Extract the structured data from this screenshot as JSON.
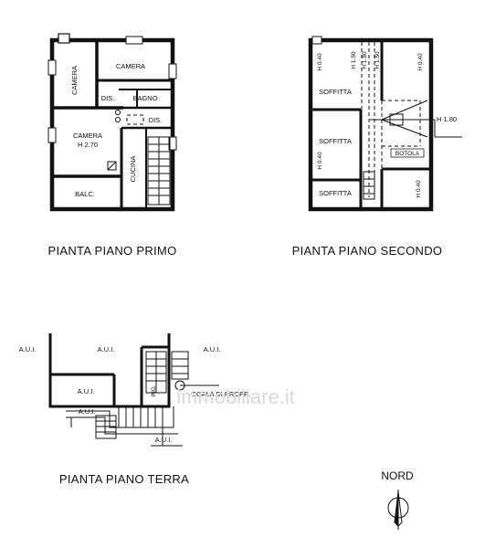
{
  "titles": {
    "first_floor": "PIANTA PIANO PRIMO",
    "second_floor": "PIANTA PIANO SECONDO",
    "ground_floor": "PIANTA PIANO TERRA",
    "north": "NORD"
  },
  "first_floor": {
    "rooms": {
      "camera_left": "CAMERA",
      "camera_top": "CAMERA",
      "dis_upper": "DIS.",
      "bagno": "BAGNO",
      "dis_lower": "DIS.",
      "camera_main": "CAMERA",
      "camera_main_height": "H 2.70",
      "cucina": "CUCINA",
      "balc": "BALC."
    }
  },
  "second_floor": {
    "rooms": {
      "soffitta_top": "SOFFITTA",
      "soffitta_mid": "SOFFITTA",
      "soffitta_bottom": "SOFFITTA",
      "botola": "BOTOLA"
    },
    "heights": {
      "h040_top_left": "H 0.40",
      "h150_a": "H 1.50",
      "h180_top": "H 1.80",
      "h150_b": "H 1.50",
      "h040_top_right": "H 0.40",
      "h180_side": "H 1.80",
      "h040_mid_left": "H 0.40",
      "h040_bottom_right": "H 0.40"
    }
  },
  "ground_floor": {
    "labels": {
      "aui_far_left": "A.U.I.",
      "aui_center": "A.U.I.",
      "aui_right": "A.U.I.",
      "aui_room": "A.U.I.",
      "aui_lower": "A.U.I.",
      "aui_bottom": "A.U.I.",
      "ing": "ING.",
      "scala": "SCALA DI PROPR."
    }
  },
  "watermark": "immobiliare.it"
}
